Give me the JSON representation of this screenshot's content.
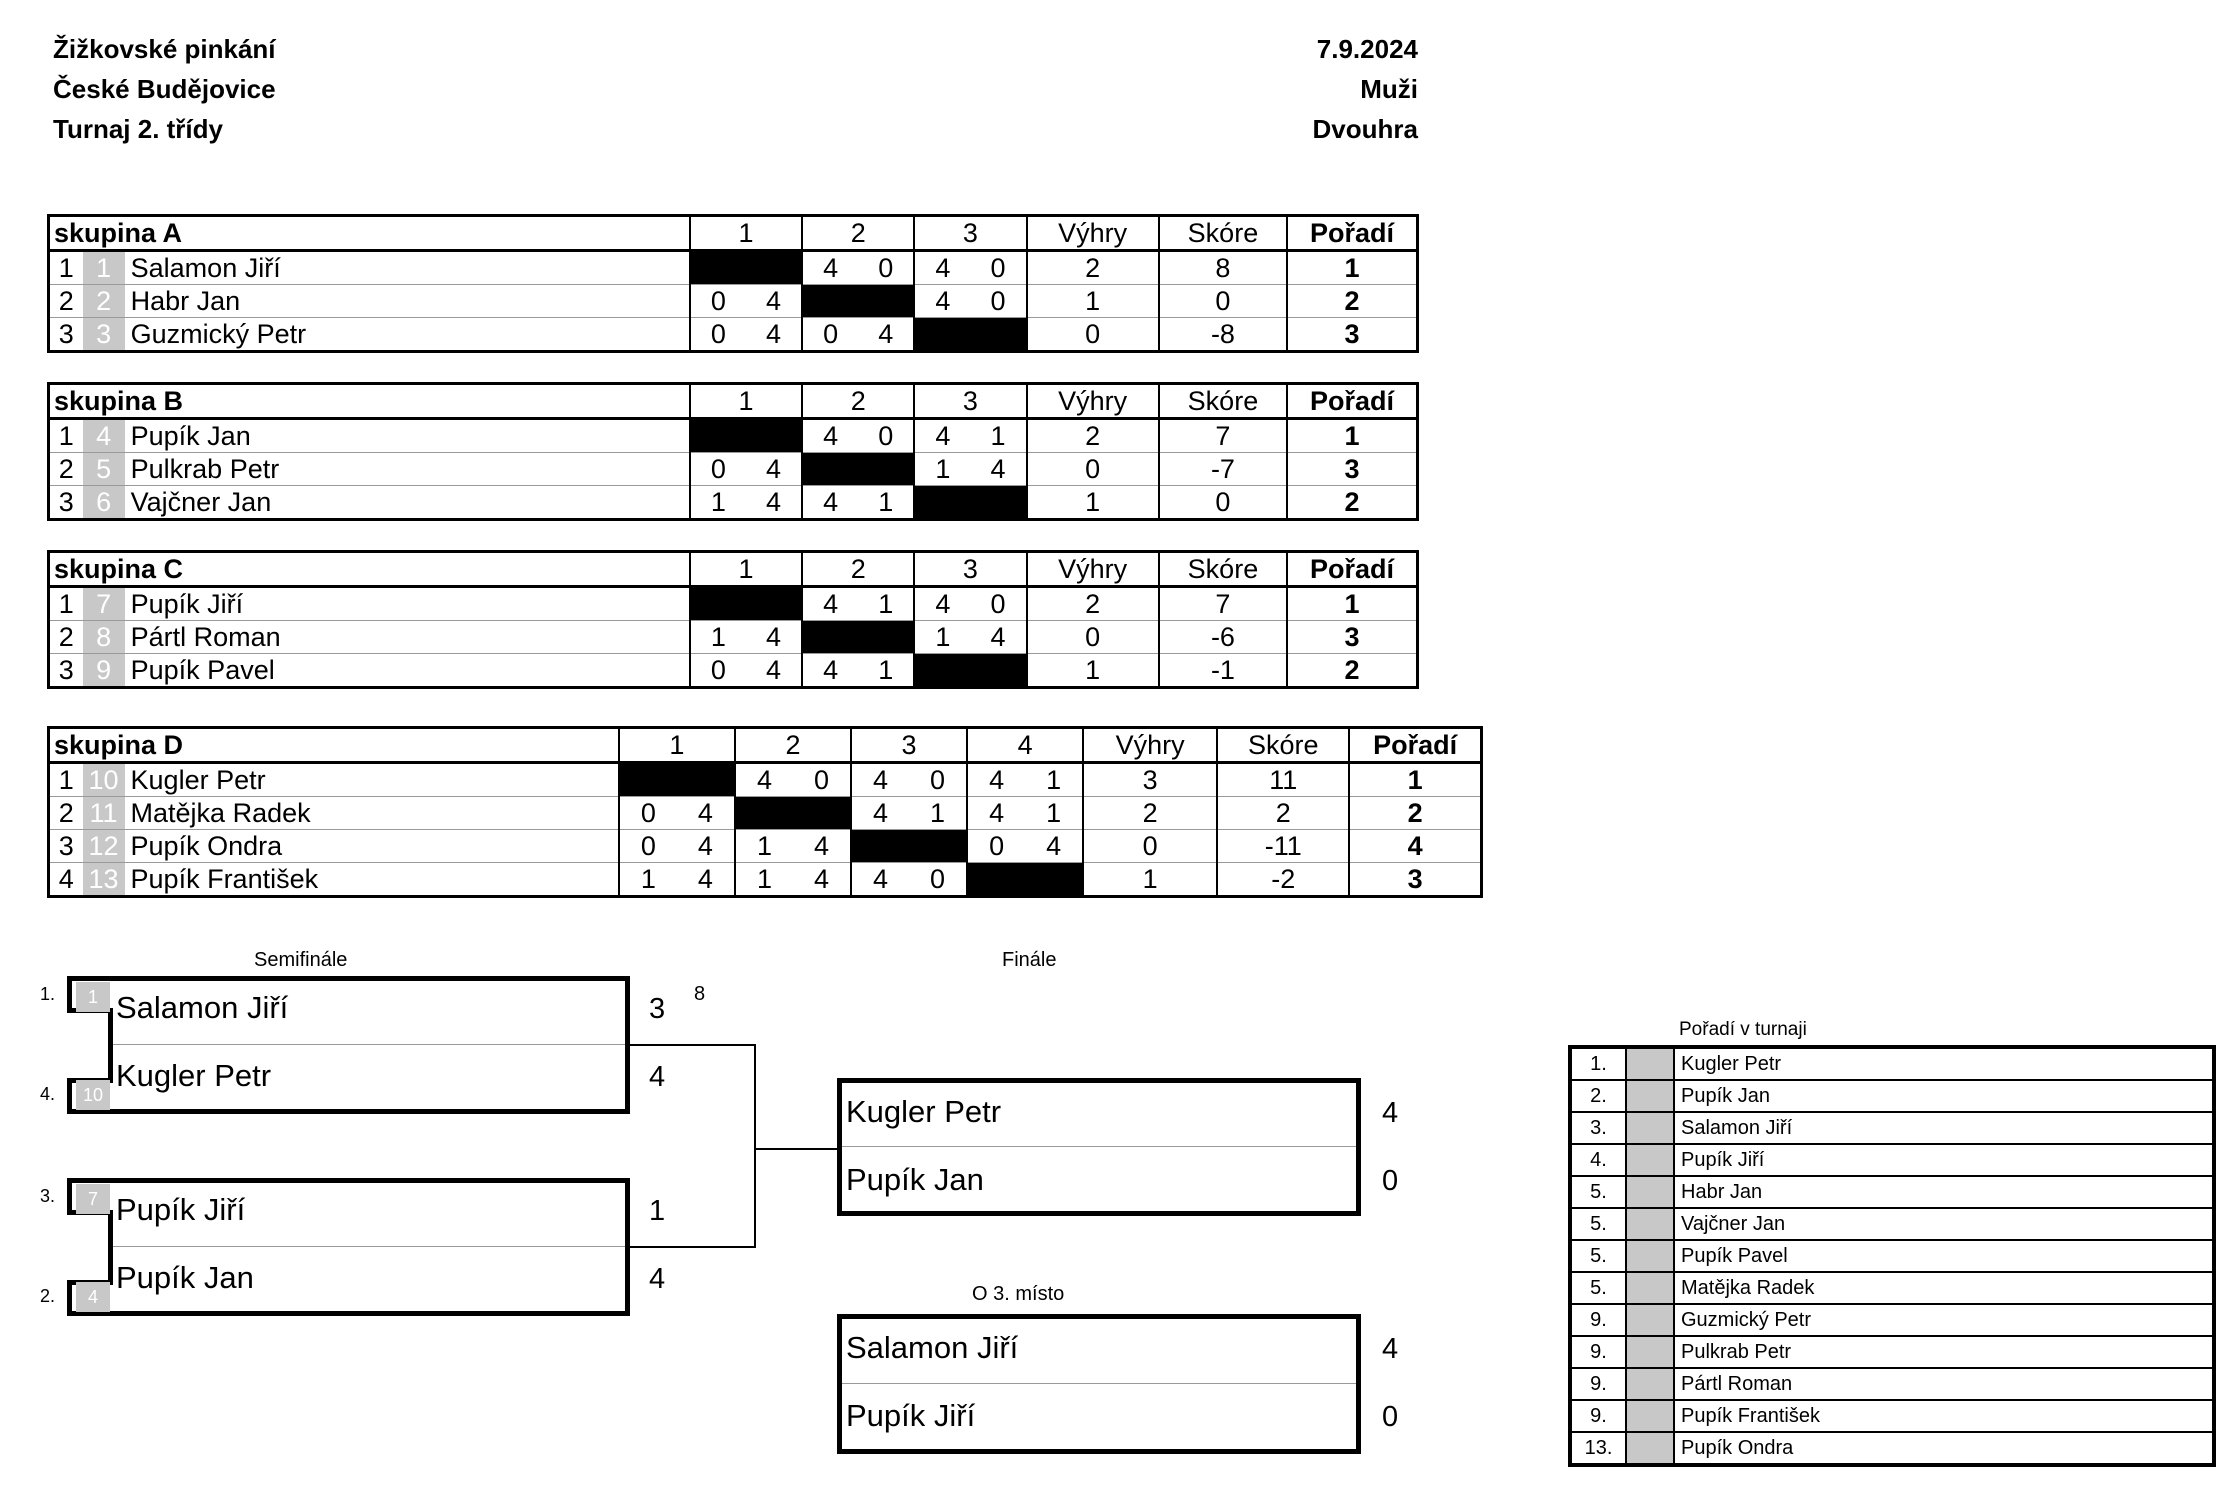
{
  "header": {
    "title": "Žižkovské pinkání",
    "city": "České Budějovice",
    "tournament": "Turnaj 2. třídy",
    "date": "7.9.2024",
    "category": "Muži",
    "discipline": "Dvouhra"
  },
  "columns": {
    "wins": "Výhry",
    "score": "Skóre",
    "rank": "Pořadí",
    "c1": "1",
    "c2": "2",
    "c3": "3",
    "c4": "4"
  },
  "groups": [
    {
      "name": "skupina A",
      "rows": [
        {
          "n": "1",
          "seed": "1",
          "player": "Salamon Jiří",
          "scores": [
            [
              "",
              ""
            ],
            [
              "4",
              "0"
            ],
            [
              "4",
              "0"
            ]
          ],
          "wins": "2",
          "score": "8",
          "rank": "1"
        },
        {
          "n": "2",
          "seed": "2",
          "player": "Habr Jan",
          "scores": [
            [
              "0",
              "4"
            ],
            [
              "",
              ""
            ],
            [
              "4",
              "0"
            ]
          ],
          "wins": "1",
          "score": "0",
          "rank": "2"
        },
        {
          "n": "3",
          "seed": "3",
          "player": "Guzmický Petr",
          "scores": [
            [
              "0",
              "4"
            ],
            [
              "0",
              "4"
            ],
            [
              "",
              ""
            ]
          ],
          "wins": "0",
          "score": "-8",
          "rank": "3"
        }
      ]
    },
    {
      "name": "skupina B",
      "rows": [
        {
          "n": "1",
          "seed": "4",
          "player": "Pupík Jan",
          "scores": [
            [
              "",
              ""
            ],
            [
              "4",
              "0"
            ],
            [
              "4",
              "1"
            ]
          ],
          "wins": "2",
          "score": "7",
          "rank": "1"
        },
        {
          "n": "2",
          "seed": "5",
          "player": "Pulkrab Petr",
          "scores": [
            [
              "0",
              "4"
            ],
            [
              "",
              ""
            ],
            [
              "1",
              "4"
            ]
          ],
          "wins": "0",
          "score": "-7",
          "rank": "3"
        },
        {
          "n": "3",
          "seed": "6",
          "player": "Vajčner Jan",
          "scores": [
            [
              "1",
              "4"
            ],
            [
              "4",
              "1"
            ],
            [
              "",
              ""
            ]
          ],
          "wins": "1",
          "score": "0",
          "rank": "2"
        }
      ]
    },
    {
      "name": "skupina C",
      "rows": [
        {
          "n": "1",
          "seed": "7",
          "player": "Pupík Jiří",
          "scores": [
            [
              "",
              ""
            ],
            [
              "4",
              "1"
            ],
            [
              "4",
              "0"
            ]
          ],
          "wins": "2",
          "score": "7",
          "rank": "1"
        },
        {
          "n": "2",
          "seed": "8",
          "player": "Pártl Roman",
          "scores": [
            [
              "1",
              "4"
            ],
            [
              "",
              ""
            ],
            [
              "1",
              "4"
            ]
          ],
          "wins": "0",
          "score": "-6",
          "rank": "3"
        },
        {
          "n": "3",
          "seed": "9",
          "player": "Pupík Pavel",
          "scores": [
            [
              "0",
              "4"
            ],
            [
              "4",
              "1"
            ],
            [
              "",
              ""
            ]
          ],
          "wins": "1",
          "score": "-1",
          "rank": "2"
        }
      ]
    },
    {
      "name": "skupina D",
      "rows": [
        {
          "n": "1",
          "seed": "10",
          "player": "Kugler Petr",
          "scores": [
            [
              "",
              ""
            ],
            [
              "4",
              "0"
            ],
            [
              "4",
              "0"
            ],
            [
              "4",
              "1"
            ]
          ],
          "wins": "3",
          "score": "11",
          "rank": "1"
        },
        {
          "n": "2",
          "seed": "11",
          "player": "Matějka Radek",
          "scores": [
            [
              "0",
              "4"
            ],
            [
              "",
              ""
            ],
            [
              "4",
              "1"
            ],
            [
              "4",
              "1"
            ]
          ],
          "wins": "2",
          "score": "2",
          "rank": "2"
        },
        {
          "n": "3",
          "seed": "12",
          "player": "Pupík Ondra",
          "scores": [
            [
              "0",
              "4"
            ],
            [
              "1",
              "4"
            ],
            [
              "",
              ""
            ],
            [
              "0",
              "4"
            ]
          ],
          "wins": "0",
          "score": "-11",
          "rank": "4"
        },
        {
          "n": "4",
          "seed": "13",
          "player": "Pupík František",
          "scores": [
            [
              "1",
              "4"
            ],
            [
              "1",
              "4"
            ],
            [
              "4",
              "0"
            ],
            [
              "",
              ""
            ]
          ],
          "wins": "1",
          "score": "-2",
          "rank": "3"
        }
      ]
    }
  ],
  "bracket": {
    "semifinal_label": "Semifinále",
    "final_label": "Finále",
    "third_label": "O 3. místo",
    "extra_number": "8",
    "semi1": {
      "p1": {
        "pos": "1.",
        "seed": "1",
        "name": "Salamon Jiří",
        "score": "3"
      },
      "p2": {
        "pos": "4.",
        "seed": "10",
        "name": "Kugler Petr",
        "score": "4"
      }
    },
    "semi2": {
      "p1": {
        "pos": "3.",
        "seed": "7",
        "name": "Pupík Jiří",
        "score": "1"
      },
      "p2": {
        "pos": "2.",
        "seed": "4",
        "name": "Pupík Jan",
        "score": "4"
      }
    },
    "final": {
      "p1": {
        "name": "Kugler Petr",
        "score": "4"
      },
      "p2": {
        "name": "Pupík Jan",
        "score": "0"
      }
    },
    "third": {
      "p1": {
        "name": "Salamon Jiří",
        "score": "4"
      },
      "p2": {
        "name": "Pupík Jiří",
        "score": "0"
      }
    }
  },
  "ranking": {
    "title": "Pořadí v turnaji",
    "items": [
      {
        "pos": "1.",
        "name": "Kugler Petr"
      },
      {
        "pos": "2.",
        "name": "Pupík Jan"
      },
      {
        "pos": "3.",
        "name": "Salamon Jiří"
      },
      {
        "pos": "4.",
        "name": "Pupík Jiří"
      },
      {
        "pos": "5.",
        "name": "Habr Jan"
      },
      {
        "pos": "5.",
        "name": "Vajčner Jan"
      },
      {
        "pos": "5.",
        "name": "Pupík Pavel"
      },
      {
        "pos": "5.",
        "name": "Matějka Radek"
      },
      {
        "pos": "9.",
        "name": "Guzmický Petr"
      },
      {
        "pos": "9.",
        "name": "Pulkrab Petr"
      },
      {
        "pos": "9.",
        "name": "Pártl Roman"
      },
      {
        "pos": "9.",
        "name": "Pupík František"
      },
      {
        "pos": "13.",
        "name": "Pupík Ondra"
      }
    ]
  }
}
